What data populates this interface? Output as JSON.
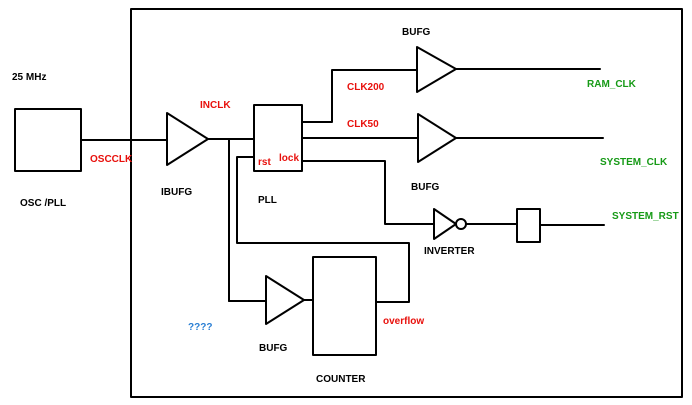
{
  "osc": {
    "freq_label": "25 MHz",
    "name_label": "OSC /PLL"
  },
  "signals": {
    "oscclk": "OSCCLK",
    "inclk": "INCLK",
    "clk200": "CLK200",
    "clk50": "CLK50",
    "rst": "rst",
    "lock": "lock",
    "overflow": "overflow"
  },
  "blocks": {
    "ibufg": "IBUFG",
    "pll": "PLL",
    "bufg_top": "BUFG",
    "bufg_mid": "BUFG",
    "bufg_bottom": "BUFG",
    "inverter": "INVERTER",
    "counter": "COUNTER"
  },
  "outputs": {
    "ram_clk": "RAM_CLK",
    "system_clk": "SYSTEM_CLK",
    "system_rst": "SYSTEM_RST"
  },
  "question": "????",
  "colors": {
    "wire": "#000000",
    "signal_label": "#e8100c",
    "output_label": "#169a16",
    "question": "#2a7fd4"
  }
}
